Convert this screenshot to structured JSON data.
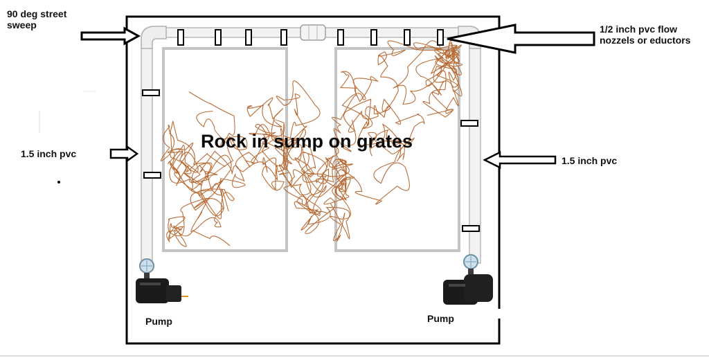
{
  "labels": {
    "street_sweep": "90 deg street sweep",
    "flow_nozzles": "1/2 inch pvc flow nozzels or eductors",
    "pvc_left": "1.5 inch pvc",
    "pvc_right": "1.5 inch pvc",
    "center_title": "Rock in sump on grates",
    "pump_left": "Pump",
    "pump_right": "Pump"
  },
  "colors": {
    "outline": "#000000",
    "pipe_fill": "#f2f2f2",
    "pipe_edge": "#b9b9b9",
    "grate": "#c4c4c4",
    "rock_scribble": "#b5652c",
    "pump_body": "#1b1b1b",
    "pump_intake": "#8fb5c9"
  },
  "icons": {
    "sweep": "elbow-fitting-icon",
    "union": "pvc-union-icon",
    "pump": "water-pump-icon",
    "arrow": "right-arrow-icon"
  }
}
